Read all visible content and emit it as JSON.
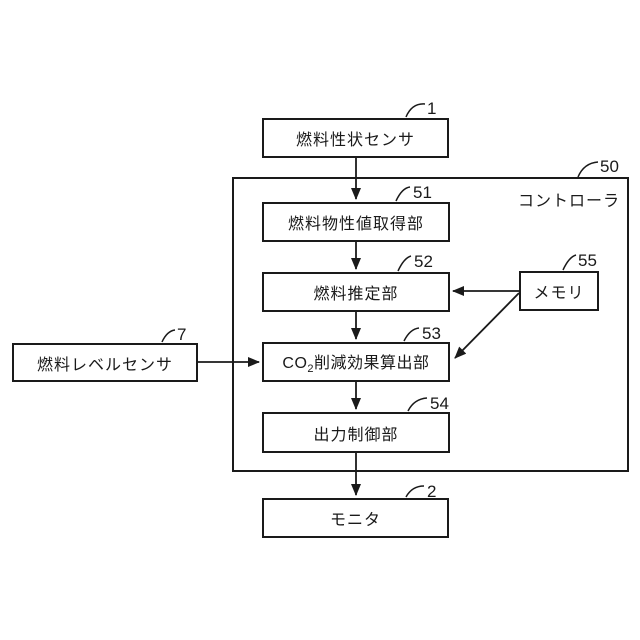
{
  "figure": {
    "background_color": "#ffffff",
    "line_color": "#1a1a1a"
  },
  "nodes": {
    "fuel_property_sensor": {
      "label": "燃料性状センサ",
      "ref": "1"
    },
    "controller": {
      "label": "コントローラ",
      "ref": "50"
    },
    "fuel_property_acquisition": {
      "label": "燃料物性値取得部",
      "ref": "51"
    },
    "fuel_estimation": {
      "label": "燃料推定部",
      "ref": "52"
    },
    "memory": {
      "label": "メモリ",
      "ref": "55"
    },
    "co2_calculator": {
      "prefix": "CO",
      "sub": "2",
      "suffix": "削減効果算出部",
      "ref": "53"
    },
    "output_control": {
      "label": "出力制御部",
      "ref": "54"
    },
    "fuel_level_sensor": {
      "label": "燃料レベルセンサ",
      "ref": "7"
    },
    "monitor": {
      "label": "モニタ",
      "ref": "2"
    }
  }
}
